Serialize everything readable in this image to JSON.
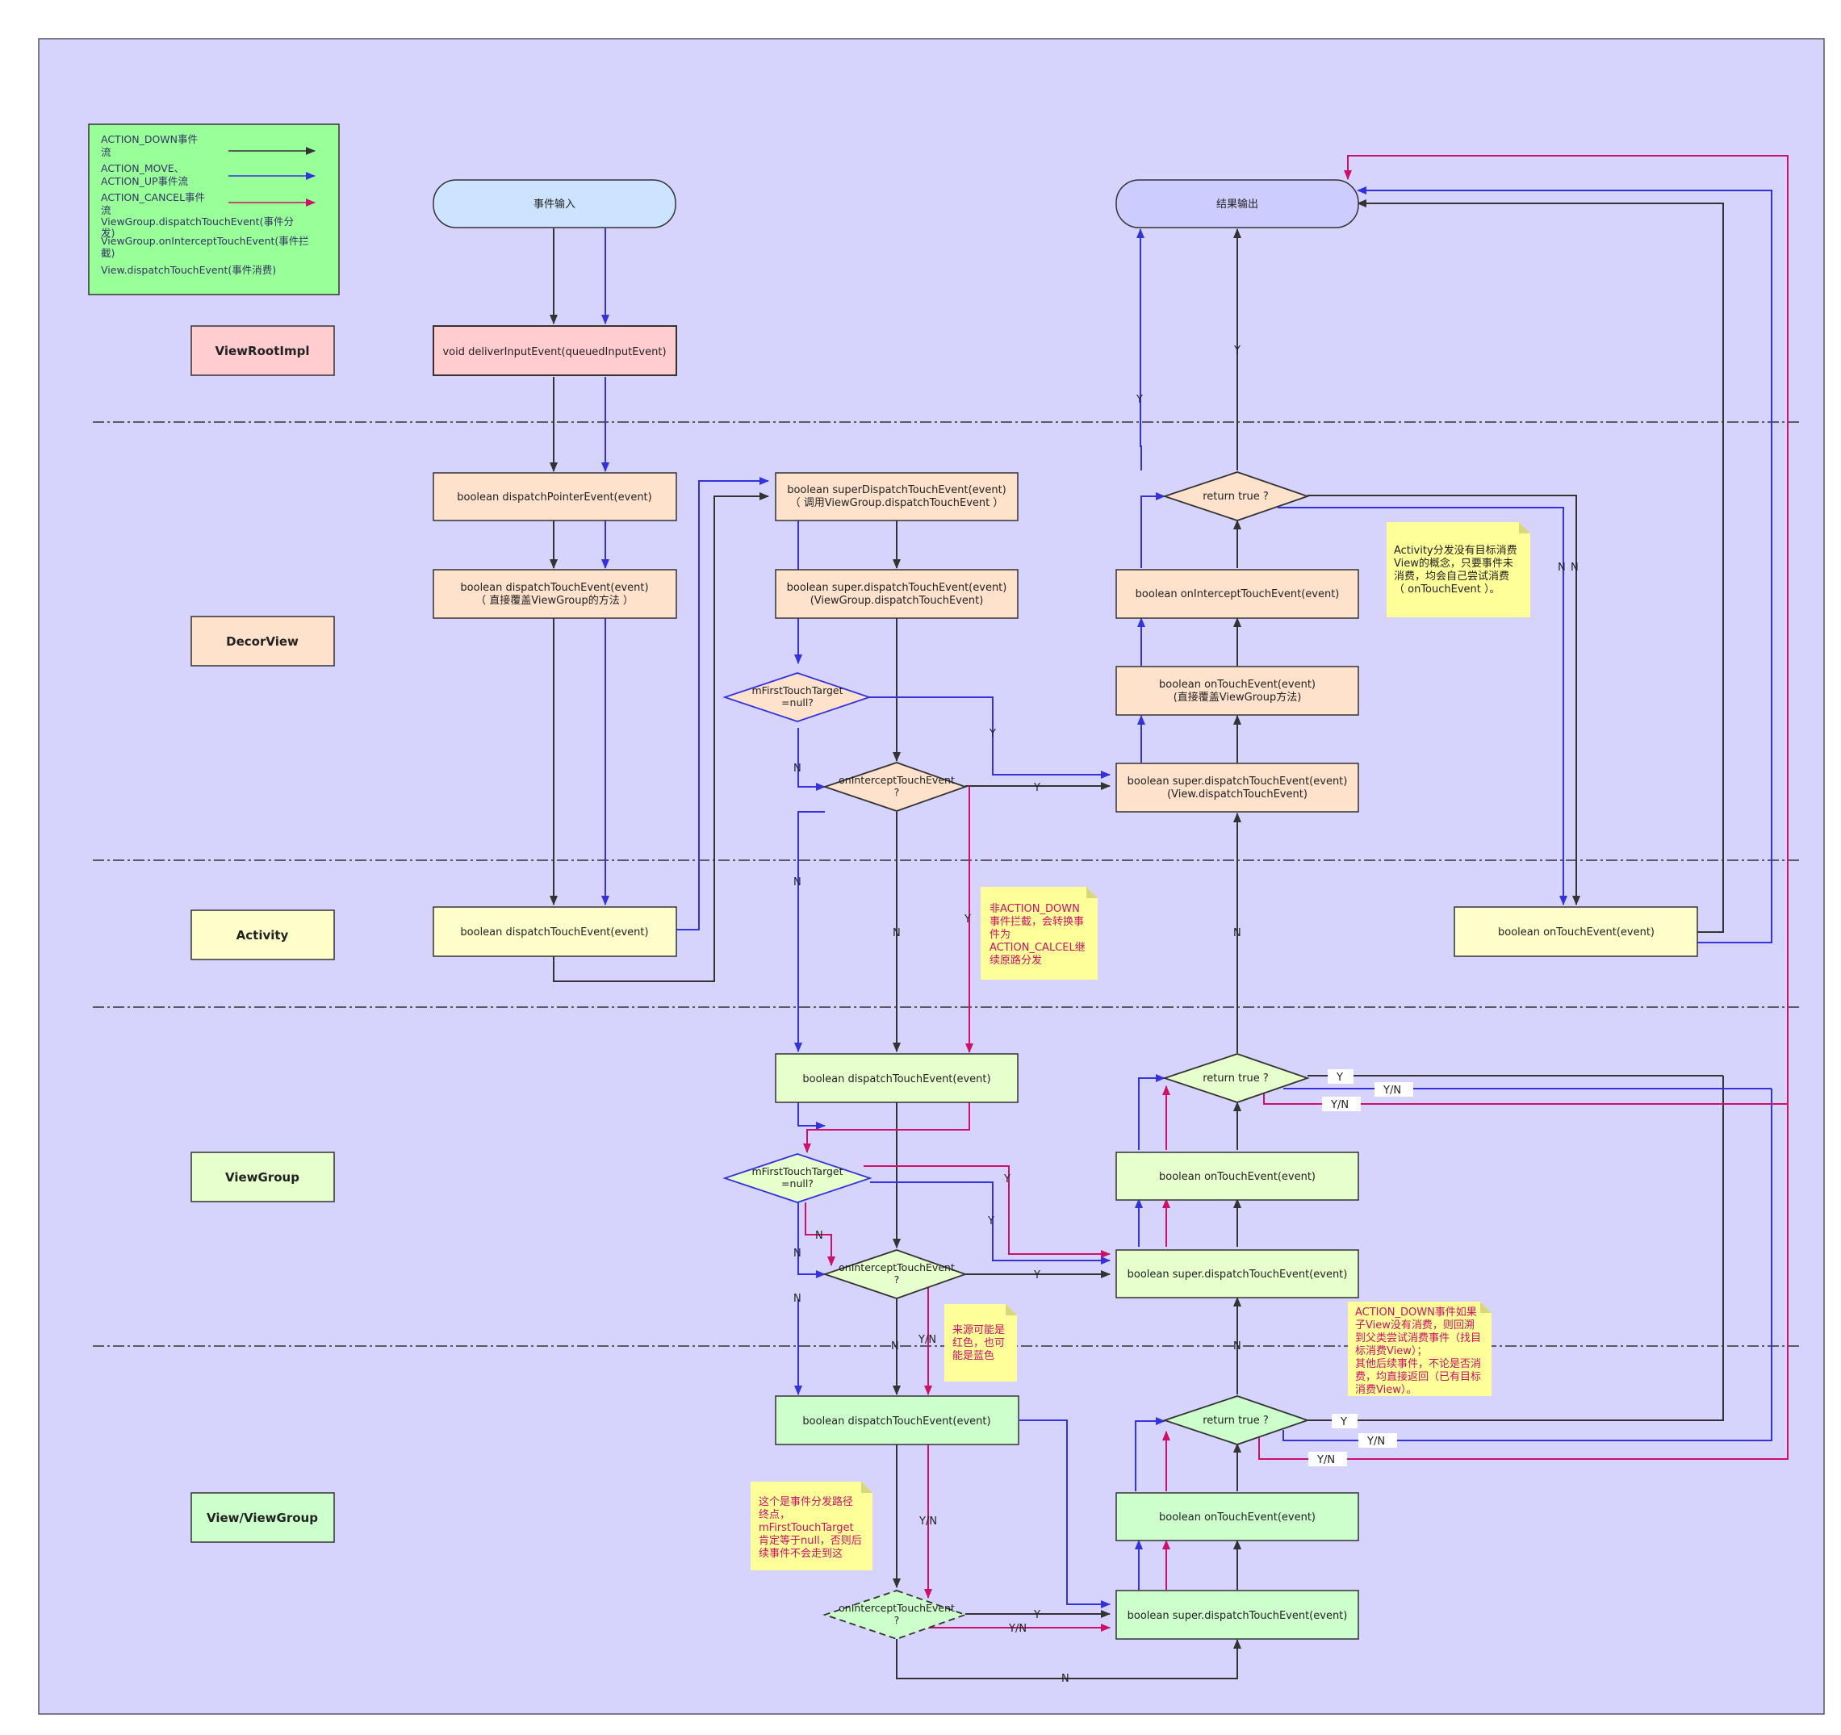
{
  "legend": {
    "down_flow": [
      "ACTION_DOWN事件",
      "流"
    ],
    "move_up_flow": [
      "ACTION_MOVE、",
      "ACTION_UP事件流"
    ],
    "cancel_flow": [
      "ACTION_CANCEL事件",
      "流"
    ],
    "vg_dispatch": [
      "ViewGroup.dispatchTouchEvent(事件分",
      "发)"
    ],
    "vg_intercept": [
      "ViewGroup.onInterceptTouchEvent(事件拦",
      "截)"
    ],
    "view_dispatch": "View.dispatchTouchEvent(事件消费)"
  },
  "layers": {
    "viewrootimpl": "ViewRootImpl",
    "decorview": "DecorView",
    "activity": "Activity",
    "viewgroup": "ViewGroup",
    "view_viewgroup": "View/ViewGroup"
  },
  "nodes": {
    "event_input": "事件输入",
    "result_output": "结果输出",
    "deliver_input": "void deliverInputEvent(queuedInputEvent)",
    "dispatch_pointer": "boolean dispatchPointerEvent(event)",
    "decor_dispatch": [
      "boolean dispatchTouchEvent(event)",
      "（ 直接覆盖ViewGroup的方法 ）"
    ],
    "super_dispatch": [
      "boolean superDispatchTouchEvent(event)",
      "（ 调用ViewGroup.dispatchTouchEvent ）"
    ],
    "decor_super_dispatch": [
      "boolean super.dispatchTouchEvent(event)",
      "(ViewGroup.dispatchTouchEvent)"
    ],
    "decor_first_target": [
      "mFirstTouchTarget",
      "=null?"
    ],
    "decor_intercept": [
      "onInterceptTouchEvent",
      "?"
    ],
    "decor_view_dispatch": [
      "boolean super.dispatchTouchEvent(event)",
      "(View.dispatchTouchEvent)"
    ],
    "decor_on_touch": [
      "boolean onTouchEvent(event)",
      "(直接覆盖ViewGroup方法)"
    ],
    "decor_on_intercept_touch": "boolean onInterceptTouchEvent(event)",
    "decor_return": "return true ?",
    "activity_dispatch": "boolean dispatchTouchEvent(event)",
    "activity_on_touch": "boolean onTouchEvent(event)",
    "vg_dispatch": "boolean dispatchTouchEvent(event)",
    "vg_first_target": [
      "mFirstTouchTarget",
      "=null?"
    ],
    "vg_intercept": [
      "onInterceptTouchEvent",
      "?"
    ],
    "vg_super_dispatch": "boolean super.dispatchTouchEvent(event)",
    "vg_on_touch": "boolean onTouchEvent(event)",
    "vg_return": "return true ?",
    "vv_dispatch": "boolean dispatchTouchEvent(event)",
    "vv_intercept": [
      "onInterceptTouchEvent",
      "?"
    ],
    "vv_super_dispatch": "boolean super.dispatchTouchEvent(event)",
    "vv_on_touch": "boolean onTouchEvent(event)",
    "vv_return": "return true ?"
  },
  "notes": {
    "activity_note": [
      "Activity分发没有目标消费",
      "View的概念，只要事件未",
      "消费，均会自己尝试消费",
      "（ onTouchEvent ）。"
    ],
    "cancel_note": [
      "非ACTION_DOWN",
      "事件拦截，会转换事",
      "件为",
      "ACTION_CALCEL继",
      "续原路分发"
    ],
    "source_note": [
      "来源可能是",
      "红色，也可",
      "能是蓝色"
    ],
    "down_note": [
      "ACTION_DOWN事件如果",
      "子View没有消费，则回溯",
      "到父类尝试消费事件（找目",
      "标消费View）；",
      "其他后续事件，不论是否消",
      "费，均直接返回（已有目标",
      "消费View）。"
    ],
    "end_note": [
      "这个是事件分发路径",
      "终点，",
      "mFirstTouchTarget",
      "肯定等于null，否则后",
      "续事件不会走到这"
    ]
  },
  "edge_labels": {
    "y": "Y",
    "n": "N",
    "yn": "Y/N"
  },
  "colors": {
    "background_panel": "#d6d4fd",
    "down_arrow": "#333333",
    "move_up_arrow": "#3333dd",
    "cancel_arrow": "#cc1166",
    "legend_fill": "#99ff99",
    "viewroot_fill": "#ffccd0",
    "decor_fill": "#ffe2cc",
    "activity_fill": "#ffffcc",
    "viewgroup_fill": "#e6ffcc",
    "view_fill": "#ccffcc",
    "note_fill": "#ffff99",
    "note_text": "#cc1166",
    "io_input_fill": "#cce4ff",
    "io_output_fill": "#ccccff"
  }
}
